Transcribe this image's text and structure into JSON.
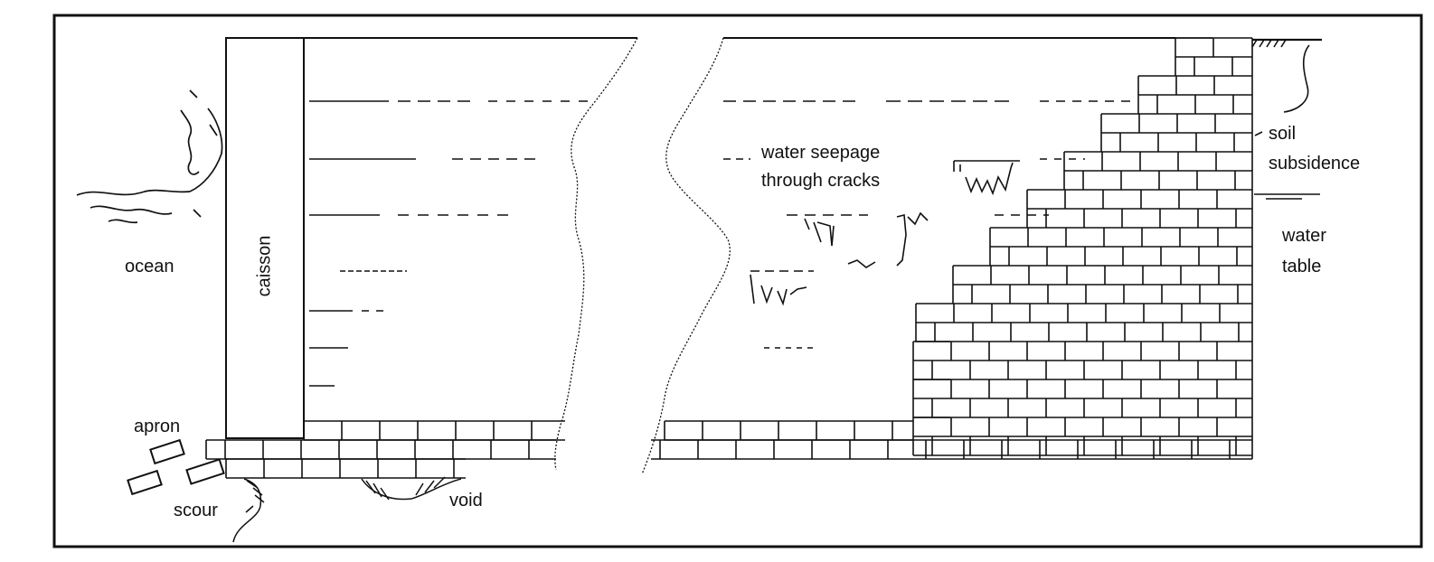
{
  "diagram": {
    "labels": {
      "ocean": "ocean",
      "caisson": "caisson",
      "apron": "apron",
      "scour": "scour",
      "void": "void",
      "seepage_line1": "water seepage",
      "seepage_line2": "through cracks",
      "soil_line1": "soil",
      "soil_line2": "subsidence",
      "water_line1": "water",
      "water_line2": "table"
    },
    "colors": {
      "ink": "#111111",
      "paper": "#ffffff"
    }
  }
}
